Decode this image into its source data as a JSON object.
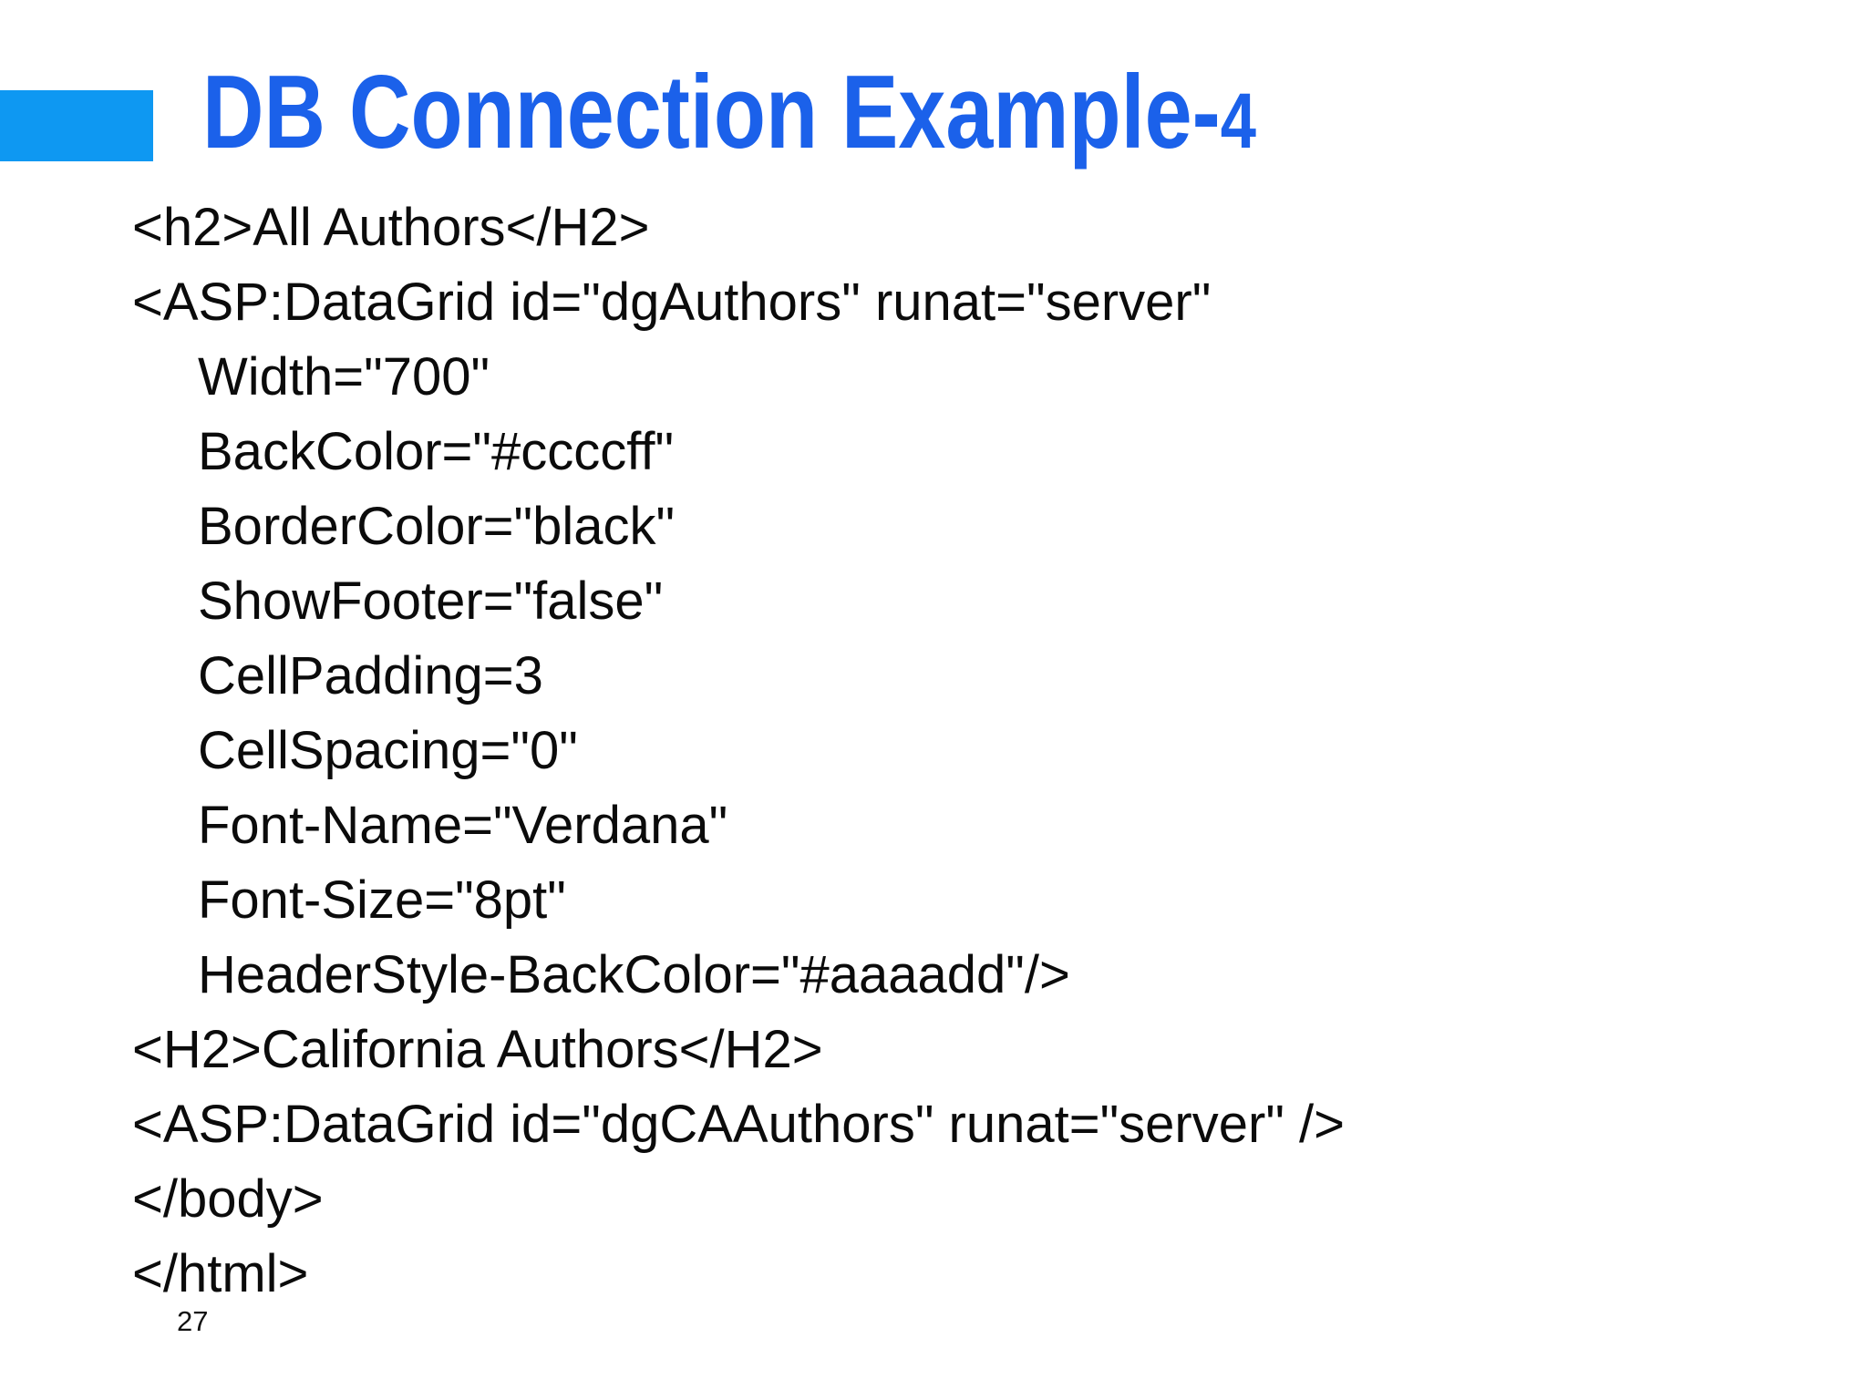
{
  "slide": {
    "title": {
      "main": "DB Connection Example-",
      "suffix": "4"
    },
    "colors": {
      "accent_bar": "#0e98f2",
      "title_text": "#1b61ea"
    },
    "code_lines": [
      {
        "text": "<h2>All Authors</H2>",
        "indent": 0
      },
      {
        "text": "<ASP:DataGrid id=\"dgAuthors\" runat=\"server\"",
        "indent": 0
      },
      {
        "text": "Width=\"700\"",
        "indent": 1
      },
      {
        "text": "BackColor=\"#ccccff\"",
        "indent": 1
      },
      {
        "text": "BorderColor=\"black\"",
        "indent": 1
      },
      {
        "text": "ShowFooter=\"false\"",
        "indent": 1
      },
      {
        "text": "CellPadding=3",
        "indent": 1
      },
      {
        "text": "CellSpacing=\"0\"",
        "indent": 1
      },
      {
        "text": "Font-Name=\"Verdana\"",
        "indent": 1
      },
      {
        "text": "Font-Size=\"8pt\"",
        "indent": 1
      },
      {
        "text": "HeaderStyle-BackColor=\"#aaaadd\"/>",
        "indent": 1
      },
      {
        "text": "<H2>California Authors</H2>",
        "indent": 0
      },
      {
        "text": "<ASP:DataGrid id=\"dgCAAuthors\" runat=\"server\" />",
        "indent": 0
      },
      {
        "text": "</body>",
        "indent": 0
      },
      {
        "text": "</html>",
        "indent": 0
      }
    ],
    "page_number": "27"
  }
}
